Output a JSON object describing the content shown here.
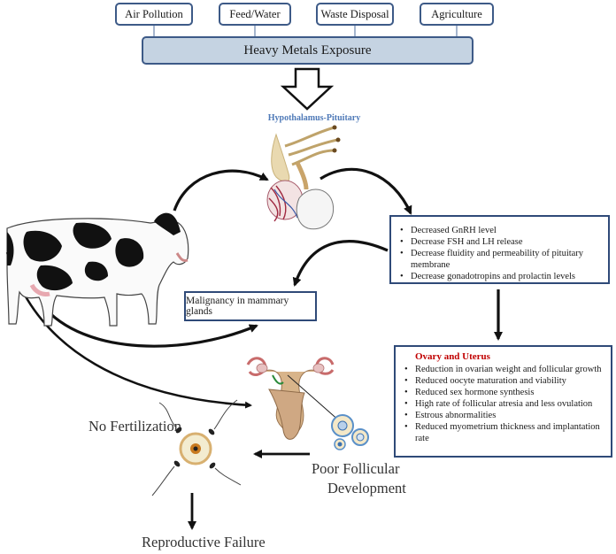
{
  "sources": [
    {
      "label": "Air Pollution"
    },
    {
      "label": "Feed/Water"
    },
    {
      "label": "Waste Disposal"
    },
    {
      "label": "Agriculture"
    }
  ],
  "exposure": {
    "label": "Heavy Metals Exposure"
  },
  "hypothalamus": {
    "label": "Hypothalamus-Pituitary"
  },
  "pituitary_effects": [
    "Decreased GnRH level",
    "Decrease FSH and LH release",
    "Decrease fluidity and permeability of pituitary membrane",
    "Decrease gonadotropins and prolactin levels"
  ],
  "mammary": {
    "label": "Malignancy in mammary glands"
  },
  "ovary": {
    "title": "Ovary and Uterus",
    "items": [
      "Reduction in ovarian weight and follicular growth",
      "Reduced oocyte maturation and viability",
      "Reduced sex hormone synthesis",
      "High rate of follicular atresia and less ovulation",
      "Estrous abnormalities",
      "Reduced myometrium thickness and implantation rate"
    ]
  },
  "outcomes": {
    "no_fertilization": "No Fertilization",
    "poor_follicular_1": "Poor Follicular",
    "poor_follicular_2": "Development",
    "reproductive_failure": "Reproductive Failure"
  },
  "colors": {
    "box_border": "#3d5a87",
    "exposure_fill": "#c5d3e2",
    "ovary_title": "#c00000",
    "hp_label": "#4f7ab8"
  }
}
